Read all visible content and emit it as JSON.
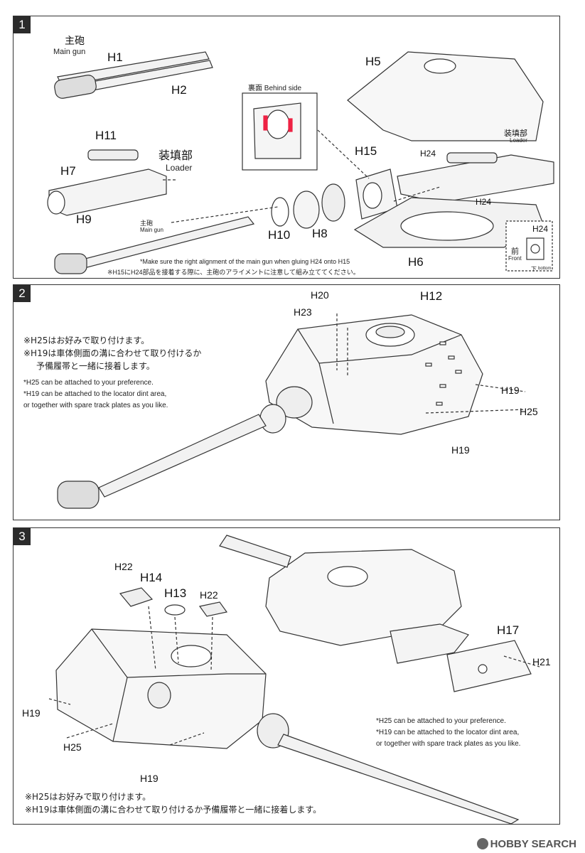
{
  "step1": {
    "number": "1",
    "main_gun_jp": "主砲",
    "main_gun_en": "Main gun",
    "loader_jp": "装填部",
    "loader_en": "Loader",
    "behind_side": "裏面 Behind side",
    "loader_small_jp": "装填部",
    "loader_small_en": "Loader",
    "main_gun_small_jp": "主砲",
    "main_gun_small_en": "Main gun",
    "labels": {
      "h1": "H1",
      "h2": "H2",
      "h5": "H5",
      "h6": "H6",
      "h7": "H7",
      "h8": "H8",
      "h9": "H9",
      "h10": "H10",
      "h11": "H11",
      "h15": "H15",
      "h24a": "H24",
      "h24b": "H24"
    },
    "inset": {
      "part": "H24",
      "front_jp": "前",
      "front_en": "Front",
      "bottom_jp": "下",
      "bottom_en": "bottom"
    },
    "note_en": "*Make sure the right alignment of the main gun when gluing H24 onto H15",
    "note_jp": "※H15にH24部品を接着する際に、主砲のアライメントに注意して組み立ててください。"
  },
  "step2": {
    "number": "2",
    "note_jp_1": "※H25はお好みで取り付けます。",
    "note_jp_2": "※H19は車体側面の溝に合わせて取り付けるか",
    "note_jp_3": "予備履帯と一緒に接着します。",
    "note_en_1": "*H25 can be attached to your preference.",
    "note_en_2": "*H19 can be attached to the locator dint area,",
    "note_en_3": "or together with spare track plates as you like.",
    "labels": {
      "h12": "H12",
      "h19a": "H19",
      "h19b": "H19",
      "h20": "H20",
      "h23": "H23",
      "h25": "H25"
    }
  },
  "step3": {
    "number": "3",
    "labels": {
      "h13": "H13",
      "h14": "H14",
      "h17": "H17",
      "h19a": "H19",
      "h19b": "H19",
      "h21": "H21",
      "h22a": "H22",
      "h22b": "H22",
      "h25": "H25"
    },
    "note_en_1": "*H25 can be attached to your preference.",
    "note_en_2": "*H19 can be attached to the locator dint area,",
    "note_en_3": "or together with spare track plates as you like.",
    "note_jp_1": "※H25はお好みで取り付けます。",
    "note_jp_2": "※H19は車体側面の溝に合わせて取り付けるか予備履帯と一緒に接着します。"
  },
  "watermark": "HOBBY SEARCH"
}
